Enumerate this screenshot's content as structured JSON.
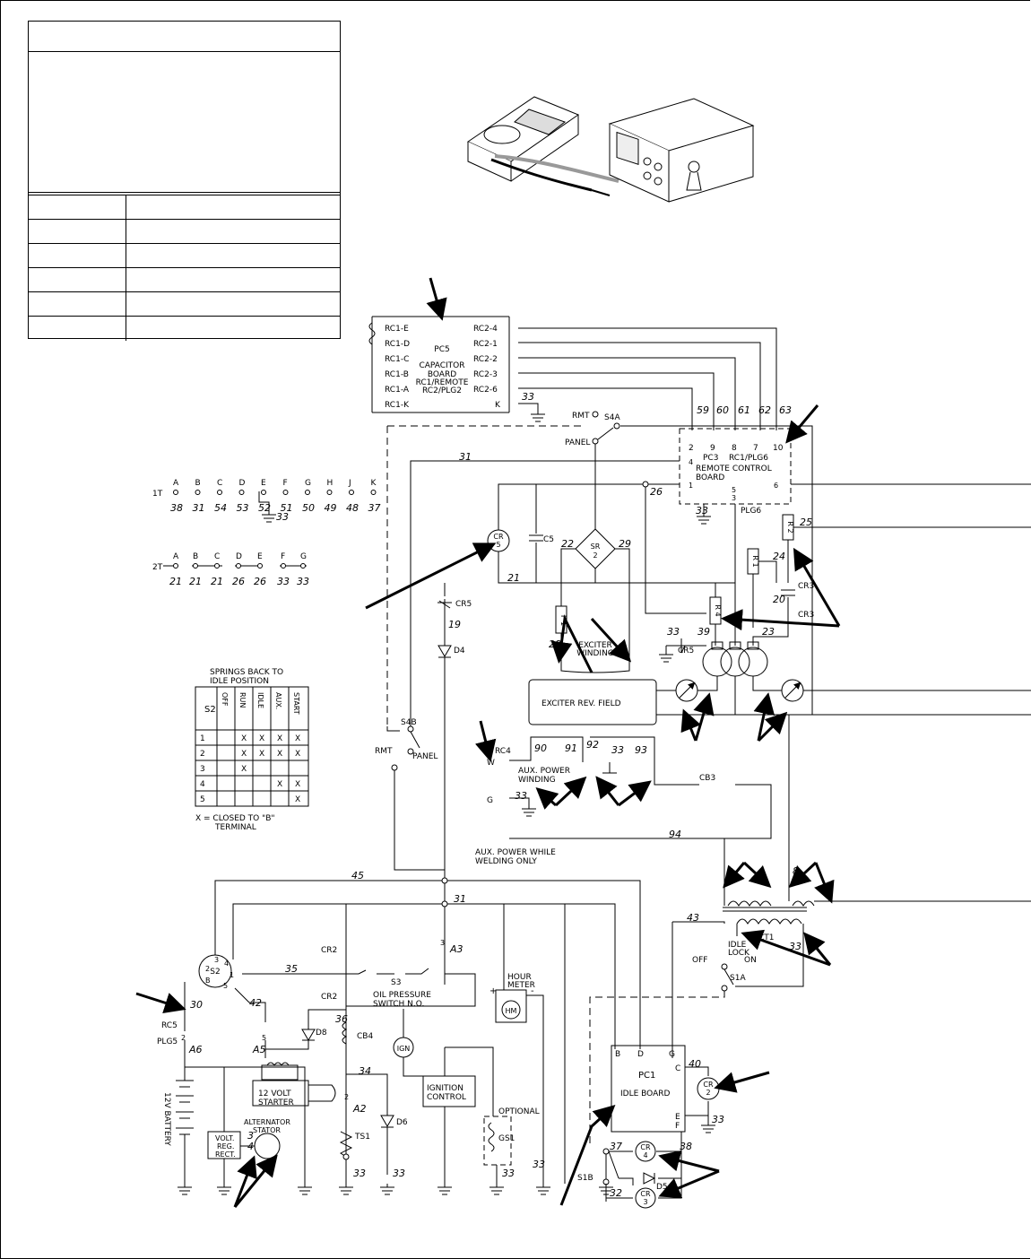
{
  "header_table": {
    "rows": [
      "",
      "",
      "",
      "",
      "",
      ""
    ]
  },
  "connectors": {
    "pc5": {
      "left_pins": [
        "RC1-E",
        "RC1-D",
        "RC1-C",
        "RC1-B",
        "RC1-A",
        "RC1-K"
      ],
      "right_pins": [
        "RC2-4",
        "RC2-1",
        "RC2-2",
        "RC2-3",
        "RC2-6",
        "K"
      ],
      "title_lines": [
        "PC5",
        "CAPACITOR",
        "BOARD",
        "RC1/REMOTE",
        "RC2/PLG2"
      ]
    },
    "pc3": {
      "pin_numbers": [
        "2",
        "9",
        "8",
        "7",
        "10"
      ],
      "wire_numbers": [
        "59",
        "60",
        "61",
        "62",
        "63"
      ],
      "title_lines": [
        "PC3",
        "RC1/PLG6",
        "REMOTE CONTROL",
        "BOARD"
      ],
      "side_pins": [
        "4",
        "1",
        "5",
        "3",
        "6"
      ],
      "plug": "PLG6"
    },
    "receptacle_1t": {
      "name": "1T",
      "letters": [
        "A",
        "B",
        "C",
        "D",
        "E",
        "F",
        "G",
        "H",
        "J",
        "K"
      ],
      "wires": [
        "38",
        "31",
        "54",
        "53",
        "52",
        "51",
        "50",
        "49",
        "48",
        "37"
      ],
      "ground_wire": "33"
    },
    "receptacle_2t": {
      "name": "2T",
      "letters": [
        "A",
        "B",
        "C",
        "D",
        "E",
        "F",
        "G"
      ],
      "wires": [
        "21",
        "21",
        "21",
        "26",
        "26",
        "33",
        "33"
      ]
    }
  },
  "switch_table": {
    "title_lines": [
      "SPRINGS BACK TO",
      "IDLE POSITION"
    ],
    "switch": "S2",
    "columns": [
      "OFF",
      "RUN",
      "IDLE",
      "AUX.",
      "START"
    ],
    "rows": [
      {
        "n": "1",
        "cells": [
          "",
          "X",
          "X",
          "X",
          "X"
        ]
      },
      {
        "n": "2",
        "cells": [
          "",
          "X",
          "X",
          "X",
          "X"
        ]
      },
      {
        "n": "3",
        "cells": [
          "",
          "X",
          "",
          "",
          ""
        ]
      },
      {
        "n": "4",
        "cells": [
          "",
          "",
          "",
          "X",
          "X"
        ]
      },
      {
        "n": "5",
        "cells": [
          "",
          "",
          "",
          "",
          "X"
        ]
      }
    ],
    "legend_lines": [
      "X = CLOSED TO \"B\"",
      "TERMINAL"
    ]
  },
  "labels": {
    "rmt": "RMT",
    "panel": "PANEL",
    "s4a": "S4A",
    "s4b": "S4B",
    "cr5_coil": [
      "CR",
      "5"
    ],
    "c5": "C5",
    "sr2": [
      "SR",
      "2"
    ],
    "f1": "F 1",
    "exciter_winding": [
      "EXCITER",
      "WINDING"
    ],
    "exciter_rev_field": "EXCITER REV. FIELD",
    "cr5_contact": "CR5",
    "d4": "D4",
    "r2": "R 2",
    "r1": "R 1",
    "r4": "R 4",
    "cr3_a": "CR3",
    "cr3_b": "CR3",
    "cr5_diode": "CR5",
    "rc4": "RC4",
    "w": "W",
    "g": "G",
    "aux_power_winding": [
      "AUX. POWER",
      "WINDING"
    ],
    "cb3": "CB3",
    "aux_note": [
      "AUX. POWER WHILE",
      "WELDING ONLY"
    ],
    "ct1": "CT1",
    "idle_lock": [
      "IDLE",
      "LOCK"
    ],
    "off": "OFF",
    "on": "ON",
    "s1a": "S1A",
    "s2": "S2",
    "s2_terms": [
      "3",
      "4",
      "2",
      "1",
      "B",
      "5"
    ],
    "cr2_a": "CR2",
    "cr2_b": "CR2",
    "s3": "S3",
    "oil_switch": [
      "OIL PRESSURE",
      "SWITCH N.O."
    ],
    "hour_meter": [
      "HOUR",
      "METER"
    ],
    "hm": "HM",
    "plus": "+",
    "minus": "-",
    "a3": "A3",
    "a2": "A2",
    "a5": "A5",
    "a6": "A6",
    "rc5": "RC5",
    "plg5": "PLG5",
    "d8": "D8",
    "cb4": "CB4",
    "d6": "D6",
    "ts1": "TS1",
    "ign": "IGN",
    "ignition_control": [
      "IGNITION",
      "CONTROL"
    ],
    "optional": "OPTIONAL",
    "gs1": "GS1",
    "battery": "12V BATTERY",
    "starter": [
      "12 VOLT",
      "STARTER"
    ],
    "volt_reg": [
      "VOLT.",
      "REG.",
      "RECT."
    ],
    "alt_stator": [
      "ALTERNATOR",
      "STATOR"
    ],
    "pc1": [
      "PC1",
      "IDLE BOARD"
    ],
    "pc1_pins": [
      "B",
      "D",
      "G",
      "C",
      "E",
      "F"
    ],
    "cr2_coil": [
      "CR",
      "2"
    ],
    "cr4_coil": [
      "CR",
      "4"
    ],
    "cr3_coil": [
      "CR",
      "3"
    ],
    "d5": "D5",
    "s1b": "S1B",
    "pin_labels": [
      "3",
      "2",
      "5"
    ]
  },
  "wire_numbers": {
    "w33_top": "33",
    "w31_top": "31",
    "w26": "26",
    "w21": "21",
    "w19": "19",
    "w22": "22",
    "w29": "29",
    "w28": "28",
    "w25": "25",
    "w24": "24",
    "w20": "20",
    "w23": "23",
    "w39": "39",
    "w33_cr5": "33",
    "w33_pc3": "33",
    "w90": "90",
    "w91": "91",
    "w92": "92",
    "w33_aux": "33",
    "w93": "93",
    "w33_g": "33",
    "w94": "94",
    "w8": "8",
    "w45": "45",
    "w31_mid": "31",
    "w43": "43",
    "w33_ct1": "33",
    "w35": "35",
    "w30": "30",
    "w42": "42",
    "w36": "36",
    "w34": "34",
    "w4": "4",
    "w33_ts1": "33",
    "w33_d6": "33",
    "w33_gs1": "33",
    "w33_hm": "33",
    "w40": "40",
    "w33_pc1": "33",
    "w37": "37",
    "w38": "38",
    "w32": "32"
  }
}
